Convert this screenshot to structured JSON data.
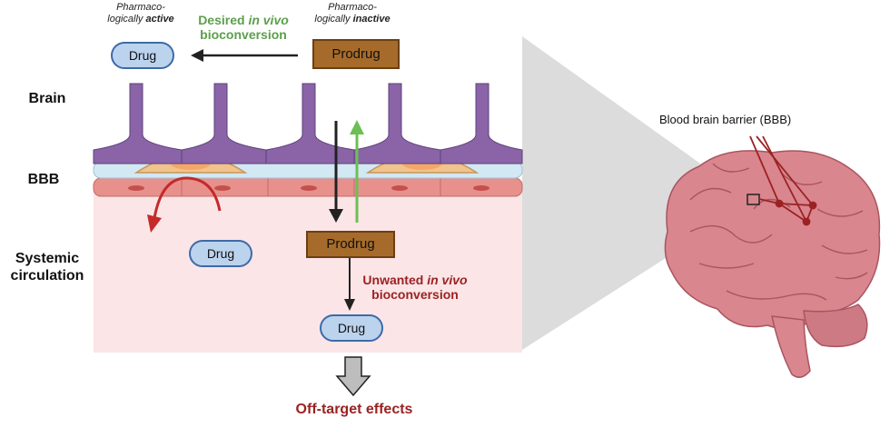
{
  "regions": {
    "brain": "Brain",
    "bbb": "BBB",
    "systemic": "Systemic circulation"
  },
  "notes": {
    "active_prefix": "Pharmaco-",
    "active_line2_plain": "logically ",
    "active_line2_bold": "active",
    "inactive_prefix": "Pharmaco-",
    "inactive_line2_plain": "logically ",
    "inactive_line2_bold": "inactive"
  },
  "desired": {
    "line1_plain": "Desired ",
    "line1_italic": "in vivo",
    "line2": "bioconversion"
  },
  "unwanted": {
    "line1_plain": "Unwanted ",
    "line1_italic": "in vivo",
    "line2": "bioconversion"
  },
  "boxes": {
    "drug_top": "Drug",
    "prodrug_top": "Prodrug",
    "drug_circulation": "Drug",
    "prodrug_circulation": "Prodrug",
    "drug_bottom": "Drug"
  },
  "off_target": "Off-target effects",
  "bbb_callout": "Blood brain barrier (BBB)",
  "colors": {
    "neuron": "#8b64a8",
    "astrocyte": "#f0c48c",
    "endothelium": "#e8908c",
    "circulation": "#fbe5e7",
    "brain": "#d9868e",
    "green_arrow": "#6cbf55",
    "red_text": "#9b2222"
  }
}
